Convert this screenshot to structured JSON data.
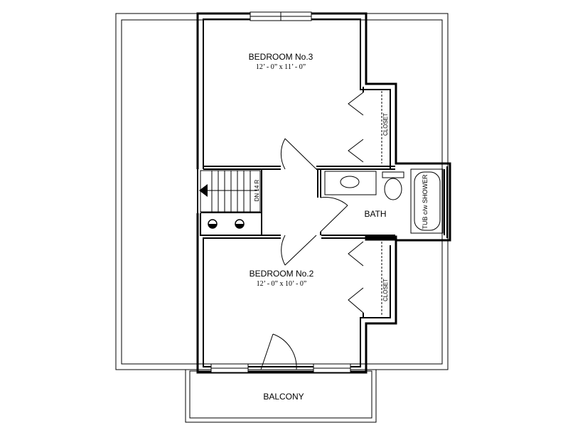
{
  "rooms": {
    "bedroom3": {
      "name": "BEDROOM No.3",
      "dims": "12’ - 0” x 11’ - 0”"
    },
    "bedroom2": {
      "name": "BEDROOM No.2",
      "dims": "12’ - 0” x 10’ - 0”"
    },
    "bath": {
      "name": "BATH"
    },
    "balcony": {
      "name": "BALCONY"
    }
  },
  "fixtures": {
    "closet_upper": "CLOSET",
    "closet_lower": "CLOSET",
    "tub": "TUB c/w SHOWER",
    "stair": "DN 14 R"
  }
}
